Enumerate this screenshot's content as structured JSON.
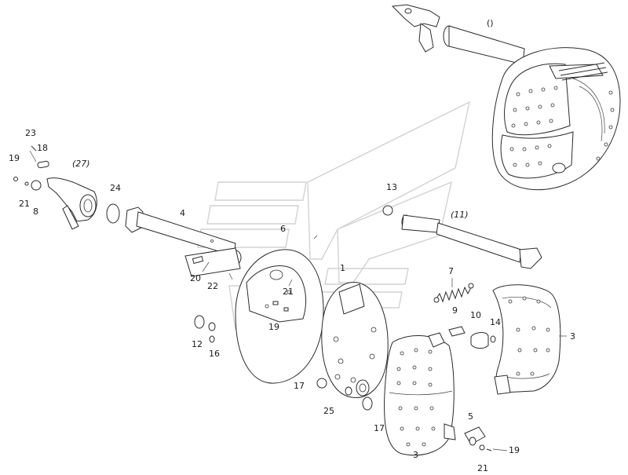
{
  "callouts": [
    {
      "id": "c-blank",
      "text": "()"
    },
    {
      "id": "c23",
      "text": "23"
    },
    {
      "id": "c18",
      "text": "18"
    },
    {
      "id": "c19a",
      "text": "19"
    },
    {
      "id": "c27",
      "text": "(27)"
    },
    {
      "id": "c24",
      "text": "24"
    },
    {
      "id": "c21a",
      "text": "21"
    },
    {
      "id": "c8",
      "text": "8"
    },
    {
      "id": "c4",
      "text": "4"
    },
    {
      "id": "c13",
      "text": "13"
    },
    {
      "id": "c6",
      "text": "6"
    },
    {
      "id": "c11",
      "text": "(11)"
    },
    {
      "id": "c20",
      "text": "20"
    },
    {
      "id": "c22",
      "text": "22"
    },
    {
      "id": "c1",
      "text": "1"
    },
    {
      "id": "c21b",
      "text": "21"
    },
    {
      "id": "c7",
      "text": "7"
    },
    {
      "id": "c9",
      "text": "9"
    },
    {
      "id": "c10",
      "text": "10"
    },
    {
      "id": "c14",
      "text": "14"
    },
    {
      "id": "c19b",
      "text": "19"
    },
    {
      "id": "c3a",
      "text": "3"
    },
    {
      "id": "c12",
      "text": "12"
    },
    {
      "id": "c16",
      "text": "16"
    },
    {
      "id": "c17a",
      "text": "17"
    },
    {
      "id": "c25",
      "text": "25"
    },
    {
      "id": "c17b",
      "text": "17"
    },
    {
      "id": "c5",
      "text": "5"
    },
    {
      "id": "c3b",
      "text": "3"
    },
    {
      "id": "c19c",
      "text": "19"
    },
    {
      "id": "c21c",
      "text": "21"
    }
  ],
  "colors": {
    "line": "#2b2b2b",
    "watermark": "#d2d2d2",
    "background": "#ffffff"
  }
}
